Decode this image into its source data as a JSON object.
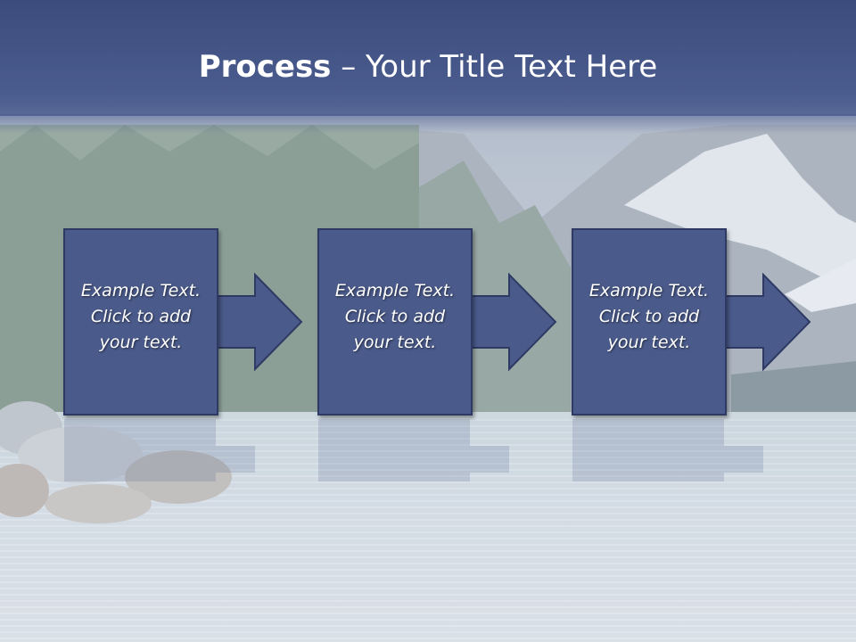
{
  "title": {
    "bold": "Process",
    "rest": " – Your Title Text Here"
  },
  "steps": [
    {
      "line1": "Example Text.",
      "line2": "Click  to add",
      "line3": "your text."
    },
    {
      "line1": "Example Text.",
      "line2": "Click  to add",
      "line3": "your text."
    },
    {
      "line1": "Example Text.",
      "line2": "Click  to add",
      "line3": "your text."
    }
  ],
  "colors": {
    "title_bar": "#4a5b8e",
    "box_fill": "#4a5a8a",
    "box_border": "#2e3a63",
    "text": "#ffffff"
  }
}
